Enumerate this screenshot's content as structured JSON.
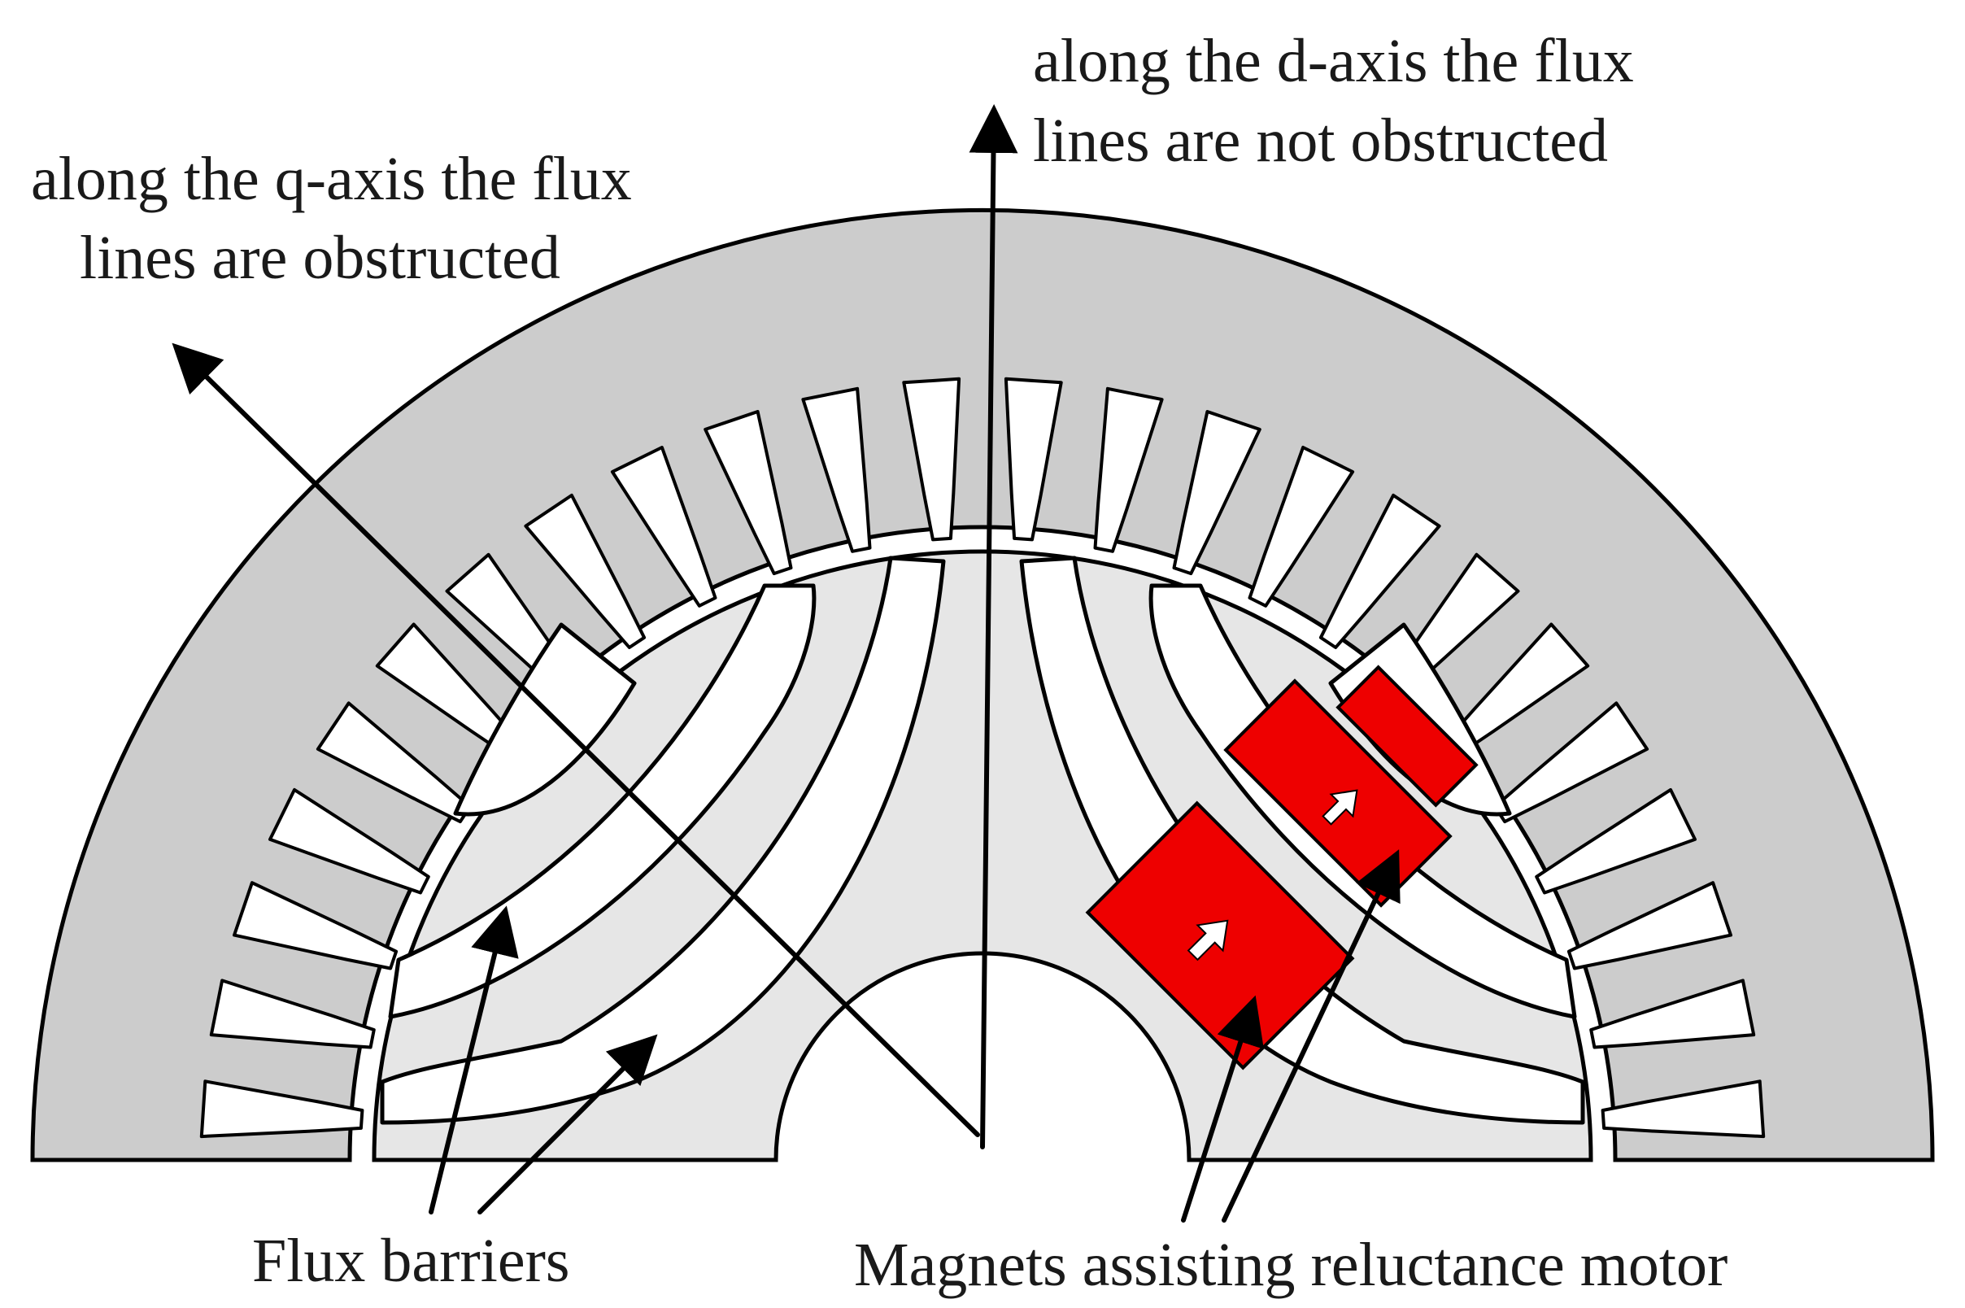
{
  "labels": {
    "q_axis_line1": "along the q-axis the flux",
    "q_axis_line2": "lines are obstructed",
    "d_axis_line1": "along the d-axis the flux",
    "d_axis_line2": "lines are  not obstructed",
    "flux_barriers": "Flux barriers",
    "magnets": "Magnets assisting reluctance motor"
  },
  "colors": {
    "stator": "#cccccc",
    "rotor": "#e6e6e6",
    "barrier": "#ffffff",
    "magnet": "#ee0000",
    "outline": "#000000"
  },
  "stator_slot_count": 24
}
